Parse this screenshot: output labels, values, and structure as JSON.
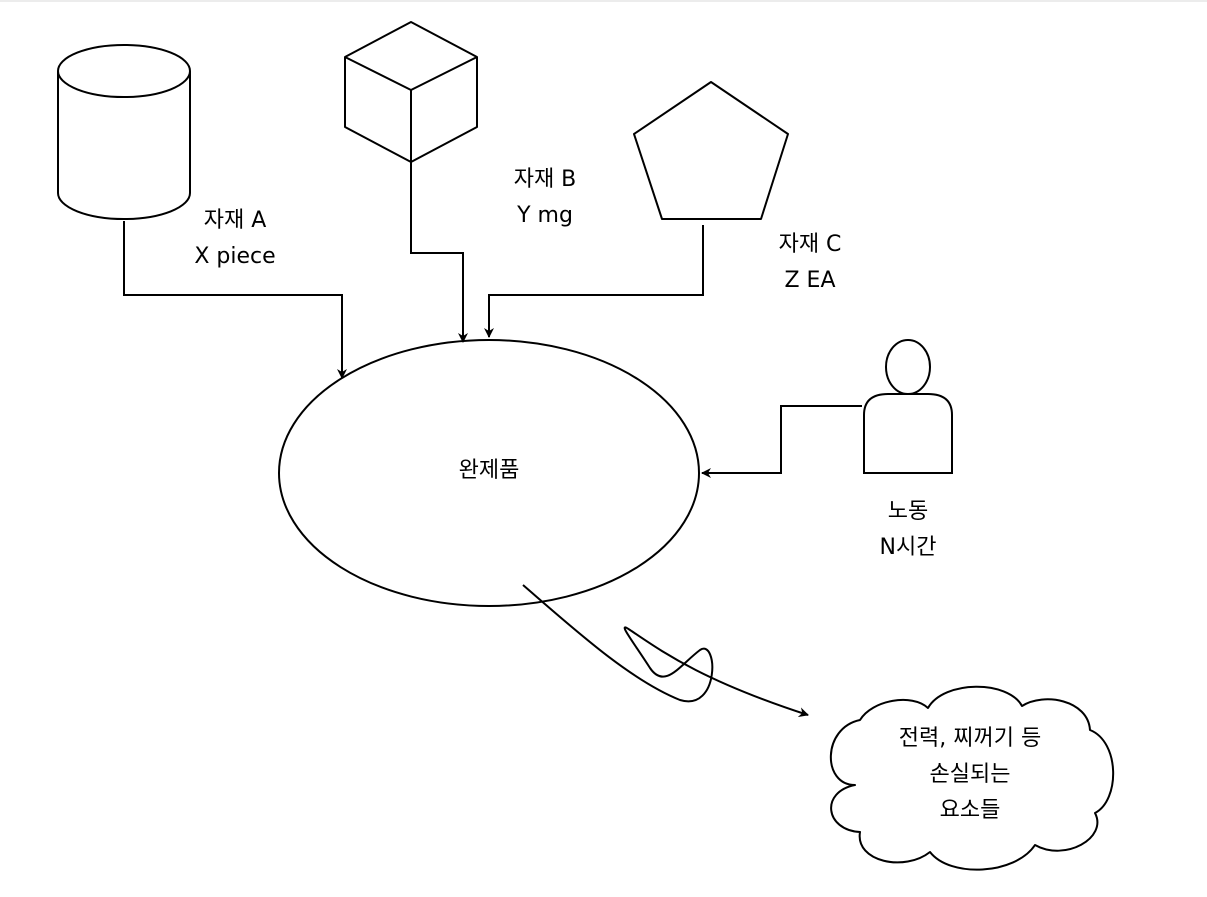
{
  "nodes": {
    "material_a": {
      "name": "자재 A",
      "qty": "X piece",
      "shape": "cylinder"
    },
    "material_b": {
      "name": "자재 B",
      "qty": "Y mg",
      "shape": "cube"
    },
    "material_c": {
      "name": "자재 C",
      "qty": "Z EA",
      "shape": "pentagon"
    },
    "product": {
      "label": "완제품",
      "shape": "ellipse"
    },
    "labor": {
      "name": "노동",
      "qty": "N시간",
      "shape": "person"
    },
    "loss": {
      "line1": "전력, 찌꺼기 등",
      "line2": "손실되는",
      "line3": "요소들",
      "shape": "cloud"
    }
  },
  "edges": [
    {
      "from": "material_a",
      "to": "product"
    },
    {
      "from": "material_b",
      "to": "product"
    },
    {
      "from": "material_c",
      "to": "product"
    },
    {
      "from": "labor",
      "to": "product"
    },
    {
      "from": "product",
      "to": "loss"
    }
  ],
  "colors": {
    "stroke": "#000000",
    "fill": "#ffffff",
    "text": "#000000"
  }
}
